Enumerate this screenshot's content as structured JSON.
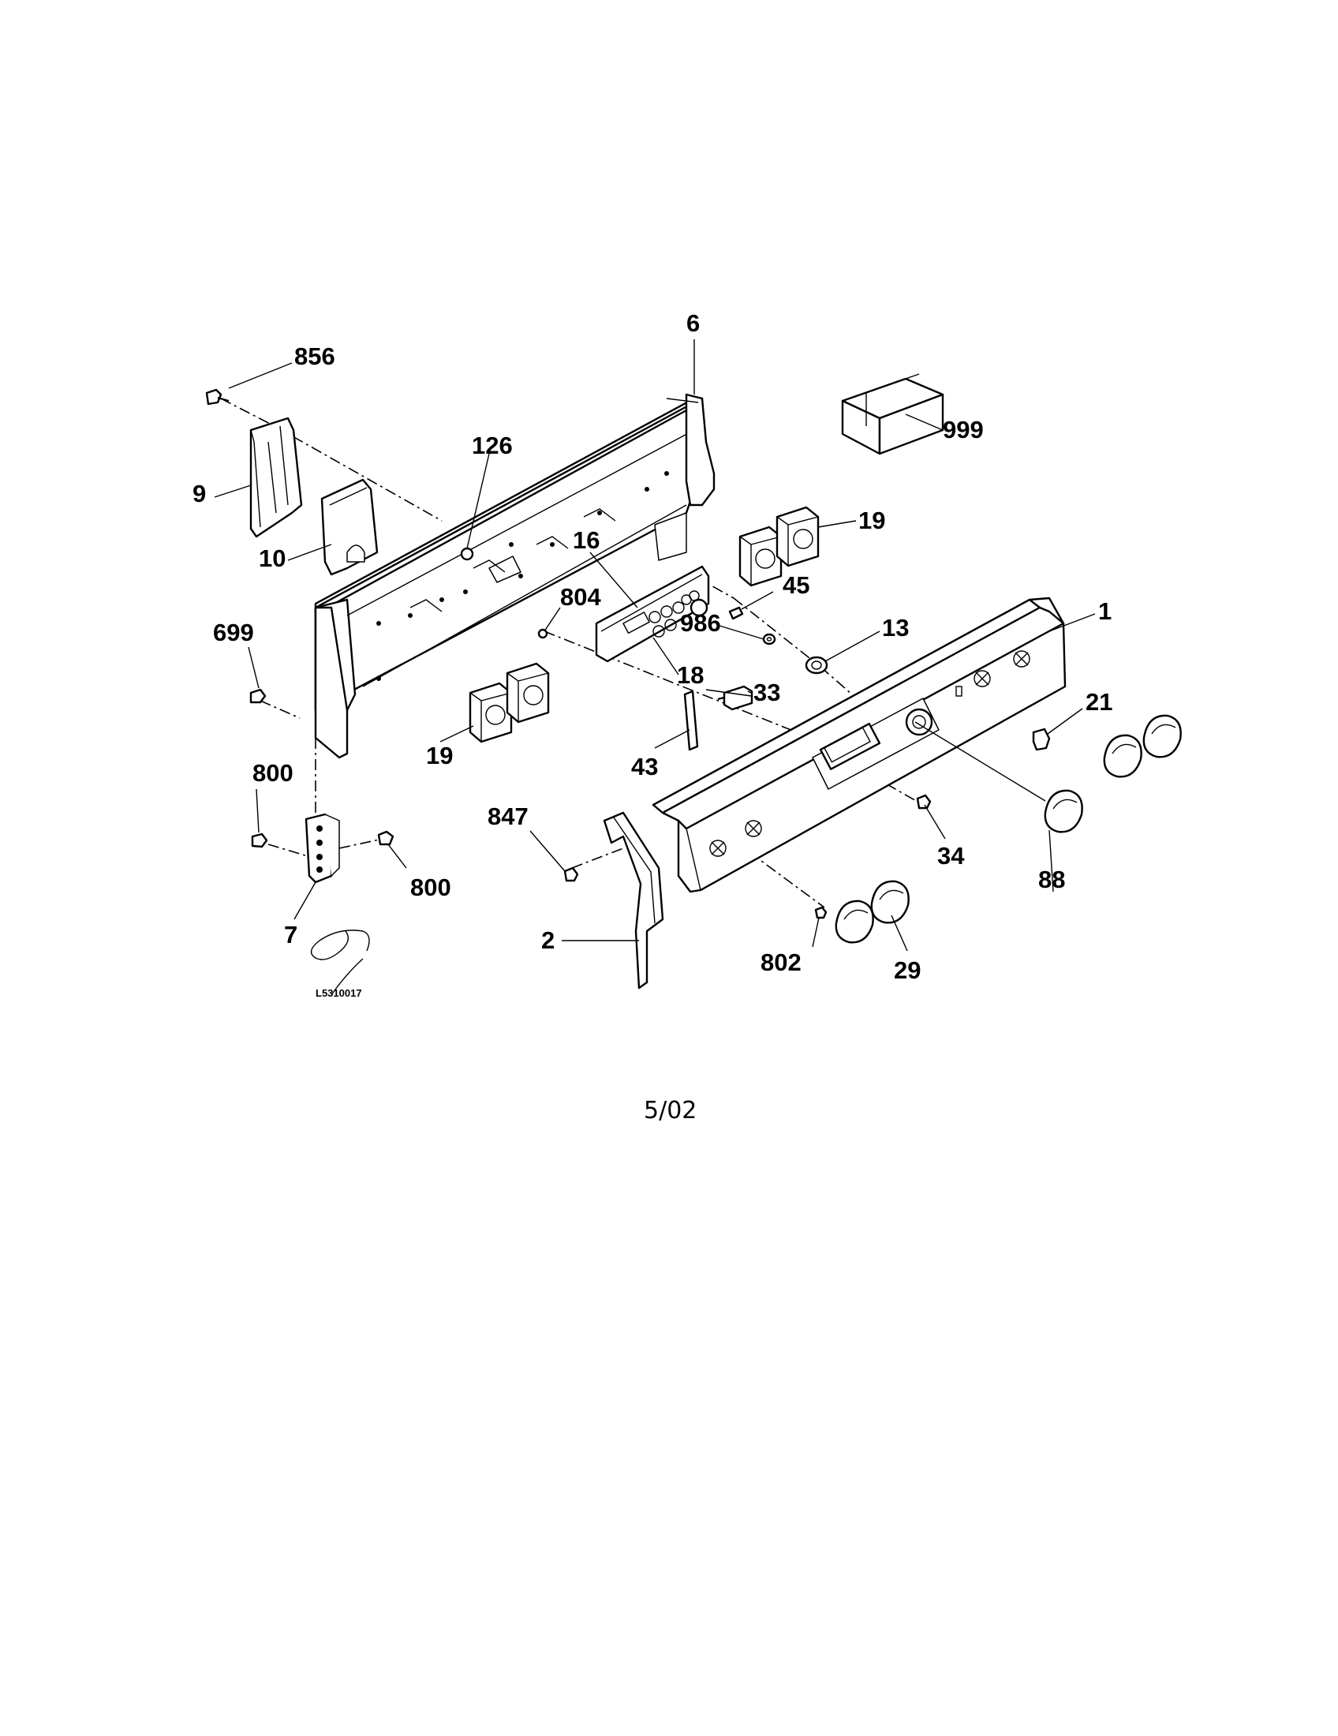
{
  "labels": {
    "p1": "1",
    "p2": "2",
    "p6": "6",
    "p7": "7",
    "p9": "9",
    "p10": "10",
    "p13": "13",
    "p16": "16",
    "p18": "18",
    "p19a": "19",
    "p19b": "19",
    "p21": "21",
    "p29": "29",
    "p33": "33",
    "p34": "34",
    "p43": "43",
    "p45": "45",
    "p88": "88",
    "p126": "126",
    "p699": "699",
    "p800a": "800",
    "p800b": "800",
    "p802": "802",
    "p804": "804",
    "p847": "847",
    "p856": "856",
    "p986": "986",
    "p999": "999"
  },
  "drawing_code": "L5310017",
  "date": "5/02"
}
